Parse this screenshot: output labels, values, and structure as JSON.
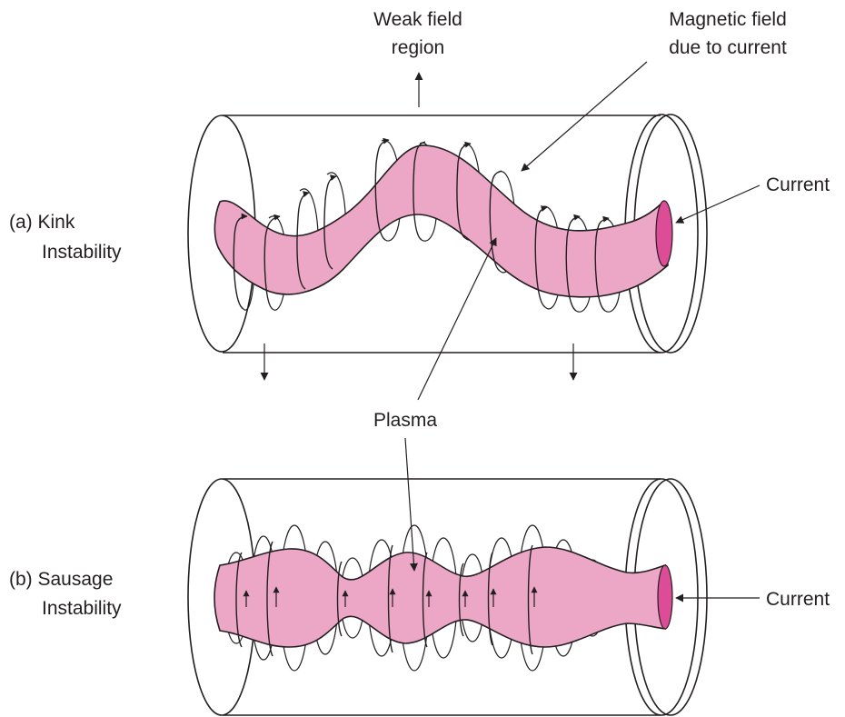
{
  "labels": {
    "weak_field_line1": "Weak field",
    "weak_field_line2": "region",
    "magnetic_field_line1": "Magnetic field",
    "magnetic_field_line2": "due to current",
    "current_top": "Current",
    "current_bottom": "Current",
    "plasma": "Plasma",
    "kink_line1": "(a) Kink",
    "kink_line2": "Instability",
    "sausage_line1": "(b) Sausage",
    "sausage_line2": "Instability"
  },
  "colors": {
    "plasma_fill": "#eca6c6",
    "plasma_end_face": "#dd4c97",
    "line": "#231f20"
  }
}
